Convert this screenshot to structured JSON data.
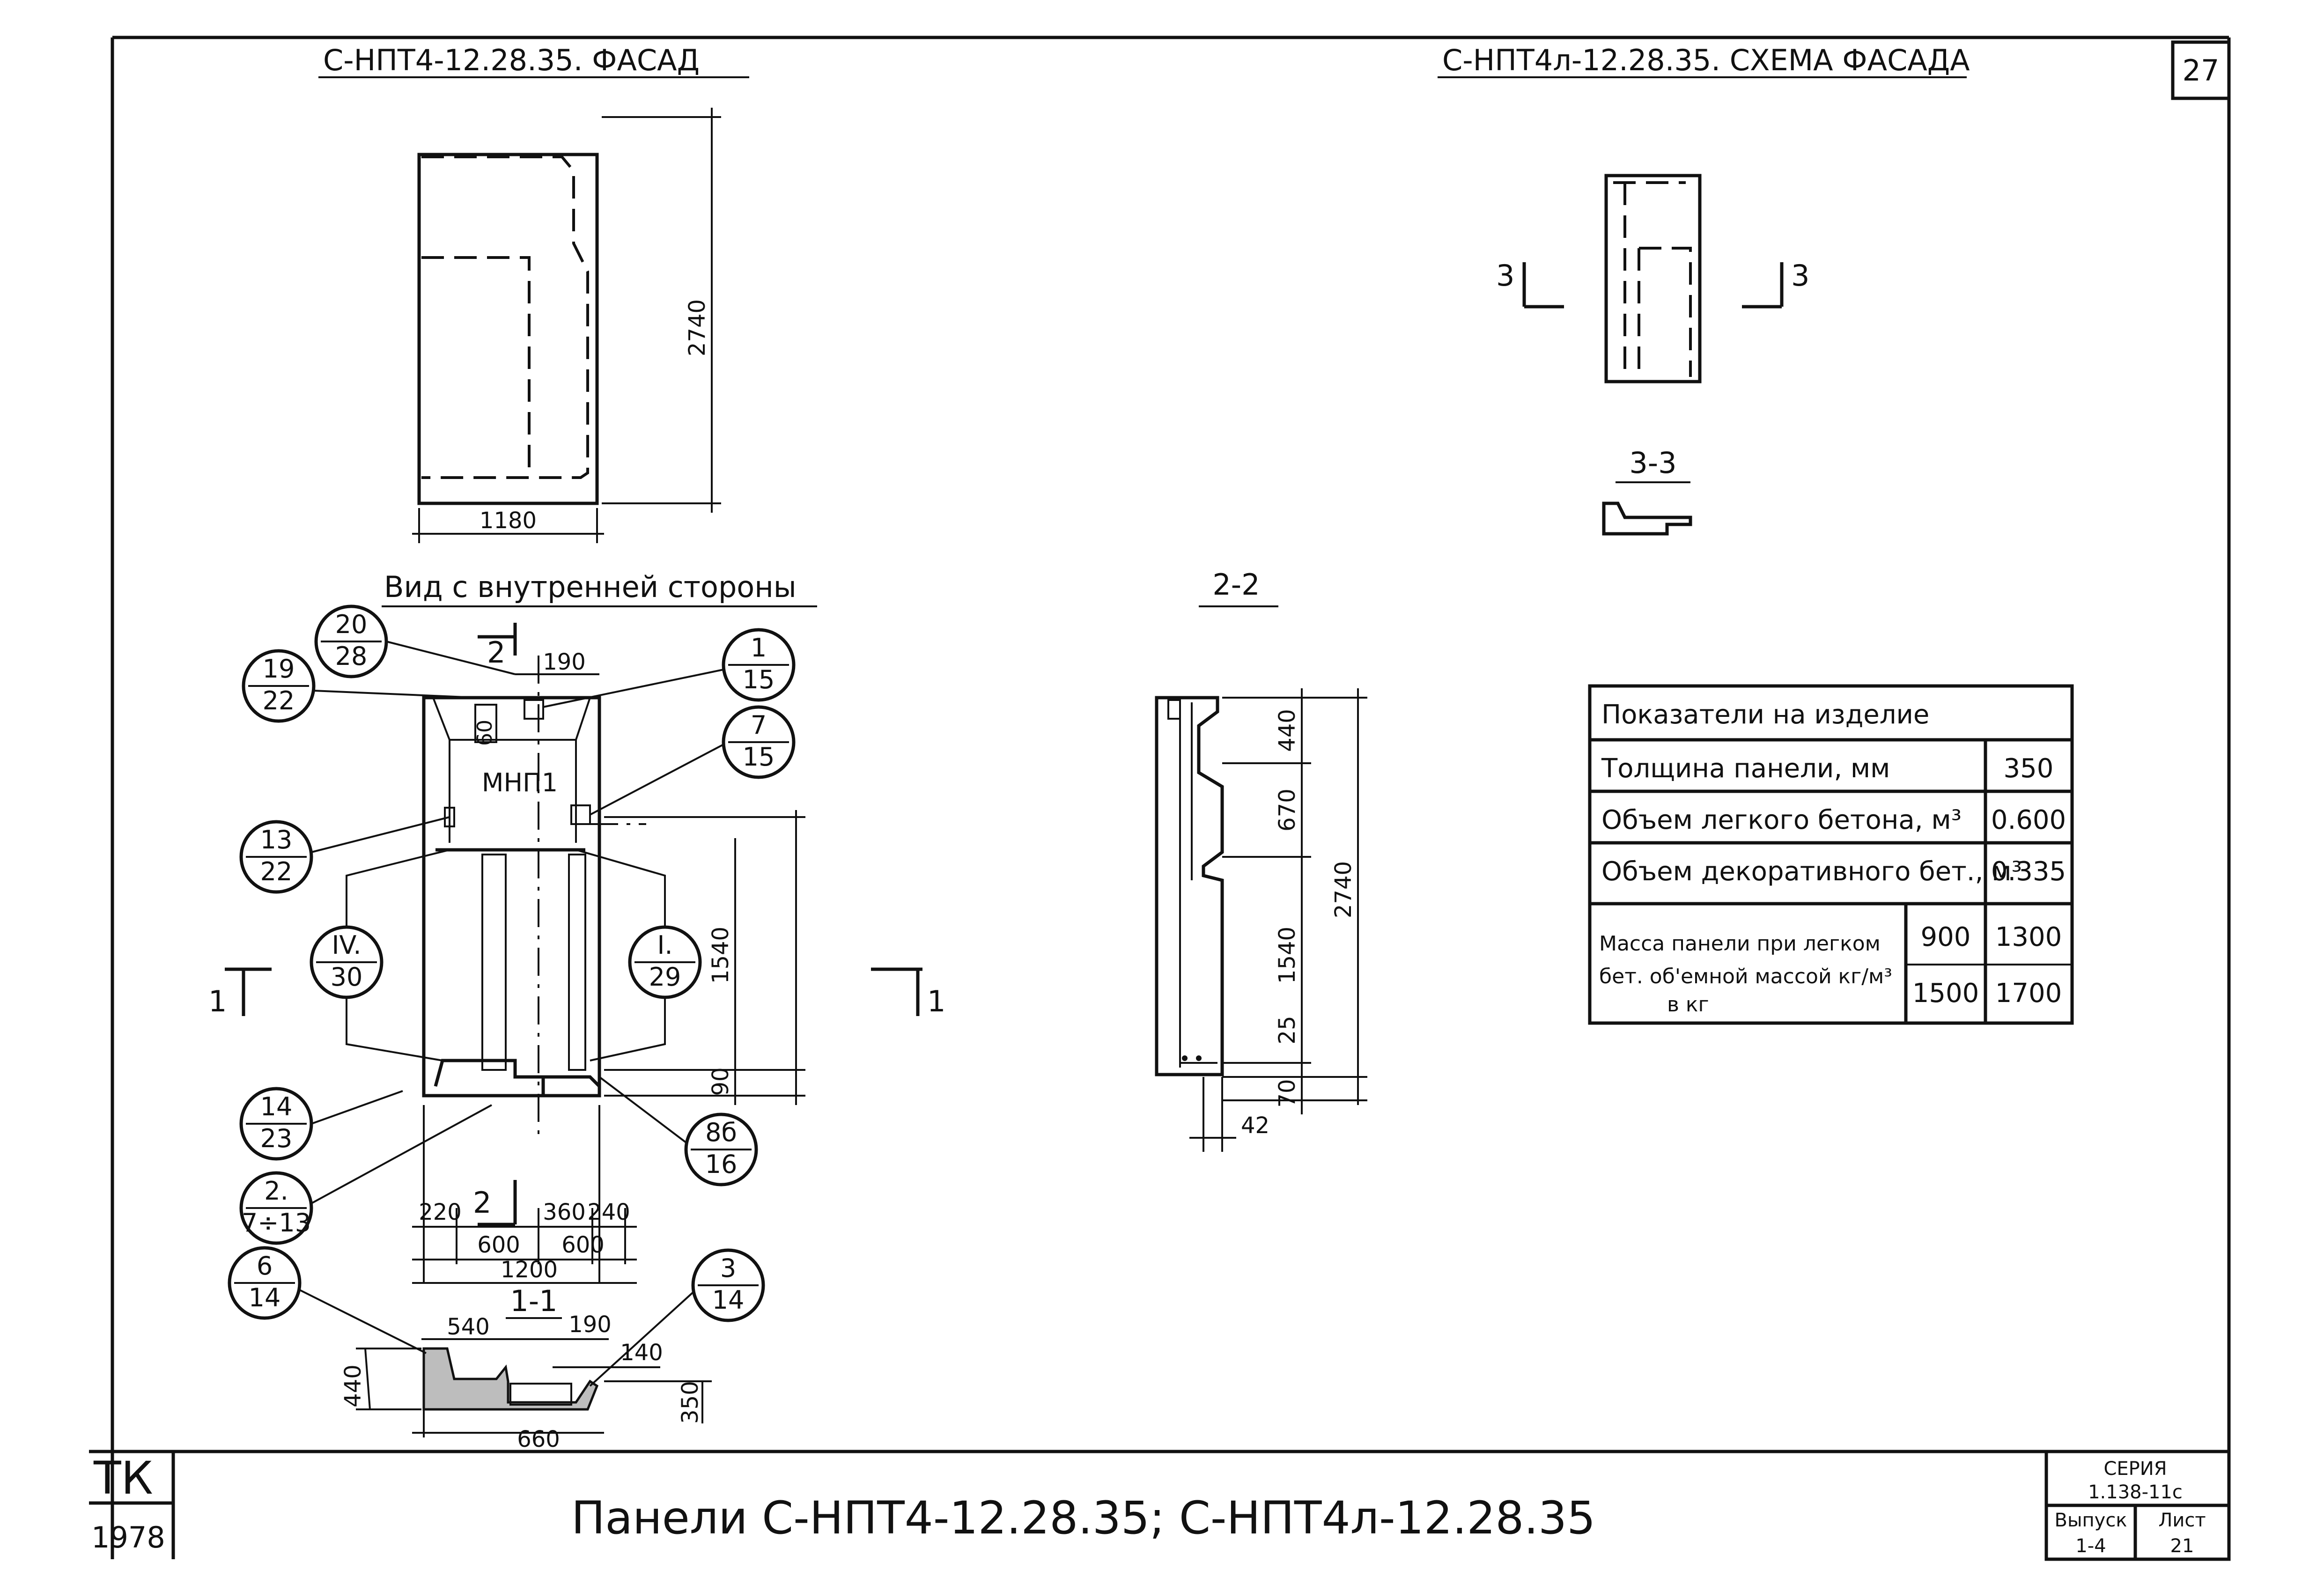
{
  "page_number": "27",
  "facade_title": "С-НПТ4-12.28.35. ФАСАД",
  "scheme_title": "С-НПТ4л-12.28.35. СХЕМА ФАСАДА",
  "inner_view_title": "Вид с внутренней стороны",
  "section_2_title": "2-2",
  "section_3_title": "3-3",
  "section_1_title": "1-1",
  "facade_dims": {
    "height": "2740",
    "width": "1180"
  },
  "inner_view": {
    "label_mnp": "МНП1",
    "dim_190": "190",
    "dim_60": "60",
    "dim_1540": "1540",
    "dim_90": "90",
    "bottom_dims": [
      "220",
      "600",
      "360",
      "240",
      "600",
      "1200"
    ],
    "cut_marks": {
      "cut2_top": "2",
      "cut2_bottom": "2",
      "cut1_left": "1",
      "cut1_right": "1"
    }
  },
  "refs": [
    {
      "id": "ref-20-28",
      "top": "20",
      "bottom": "28"
    },
    {
      "id": "ref-19-22",
      "top": "19",
      "bottom": "22"
    },
    {
      "id": "ref-1-15",
      "top": "1",
      "bottom": "15"
    },
    {
      "id": "ref-7-15",
      "top": "7",
      "bottom": "15"
    },
    {
      "id": "ref-13-22",
      "top": "13",
      "bottom": "22"
    },
    {
      "id": "ref-IV-30",
      "top": "IV.",
      "bottom": "30"
    },
    {
      "id": "ref-I-29",
      "top": "I.",
      "bottom": "29"
    },
    {
      "id": "ref-14-23",
      "top": "14",
      "bottom": "23"
    },
    {
      "id": "ref-2-7-13",
      "top": "2.",
      "bottom": "7÷13"
    },
    {
      "id": "ref-8b-16",
      "top": "8б",
      "bottom": "16"
    },
    {
      "id": "ref-6-14",
      "top": "6",
      "bottom": "14"
    },
    {
      "id": "ref-3-14",
      "top": "3",
      "bottom": "14"
    }
  ],
  "section_2_dims": [
    "440",
    "670",
    "1540",
    "25",
    "70",
    "42",
    "2740"
  ],
  "section_1_dims": [
    "540",
    "190",
    "140",
    "440",
    "350",
    "660"
  ],
  "section_3_marks": {
    "left": "3",
    "right": "3"
  },
  "table": {
    "title": "Показатели на изделие",
    "rows": [
      {
        "label": "Толщина панели, мм",
        "values": [
          "350"
        ]
      },
      {
        "label": "Объем легкого бетона, м³",
        "values": [
          "0.600"
        ]
      },
      {
        "label": "Объем декоративного бет., м³",
        "values": [
          "0.335"
        ]
      }
    ],
    "mass_label_1": "Масса панели при легком",
    "mass_label_2": "бет. об'емной массой кг/м³",
    "mass_label_3": "в кг",
    "mass_rows": [
      [
        "900",
        "1300"
      ],
      [
        "1500",
        "1700"
      ]
    ]
  },
  "stamp": {
    "tk": "ТК",
    "year": "1978",
    "main_title": "Панели С-НПТ4-12.28.35; С-НПТ4л-12.28.35",
    "series_label": "СЕРИЯ",
    "series_value": "1.138-11с",
    "issue_label": "Выпуск",
    "issue_value": "1-4",
    "sheet_label": "Лист",
    "sheet_value": "21"
  }
}
